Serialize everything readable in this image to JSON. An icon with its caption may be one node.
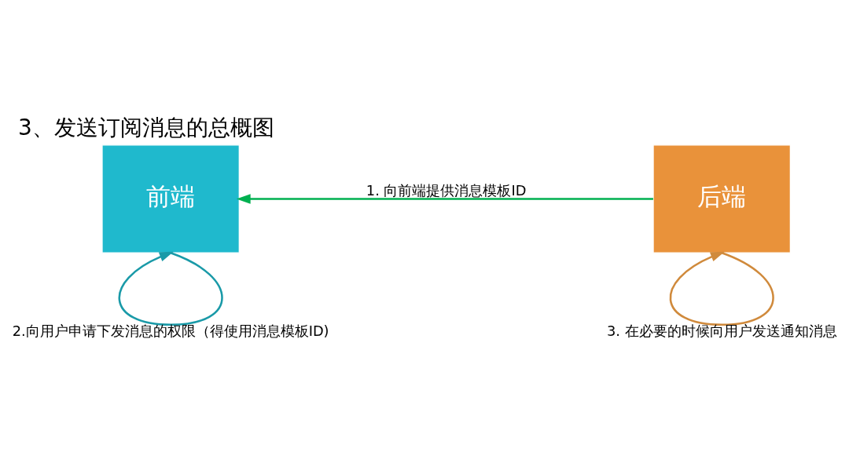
{
  "diagram": {
    "title": "3、发送订阅消息的总概图",
    "nodes": [
      {
        "text": [
          "前端"
        ]
      },
      {
        "text": [
          "后端"
        ]
      }
    ],
    "edges": [
      {
        "from": 1,
        "to": 0,
        "arrow": "to",
        "label": "1. 向前端提供消息模板ID",
        "color": "#00b050"
      },
      {
        "from": 0,
        "to": 0,
        "arrow": "to",
        "label": "2.向用户申请下发消息的权限（得使用消息模板ID)",
        "color": "#1a9aa8"
      },
      {
        "from": 1,
        "to": 1,
        "arrow": "to",
        "label": "3. 在必要的时候向用户发送通知消息",
        "color": "#d08a3c"
      }
    ]
  }
}
